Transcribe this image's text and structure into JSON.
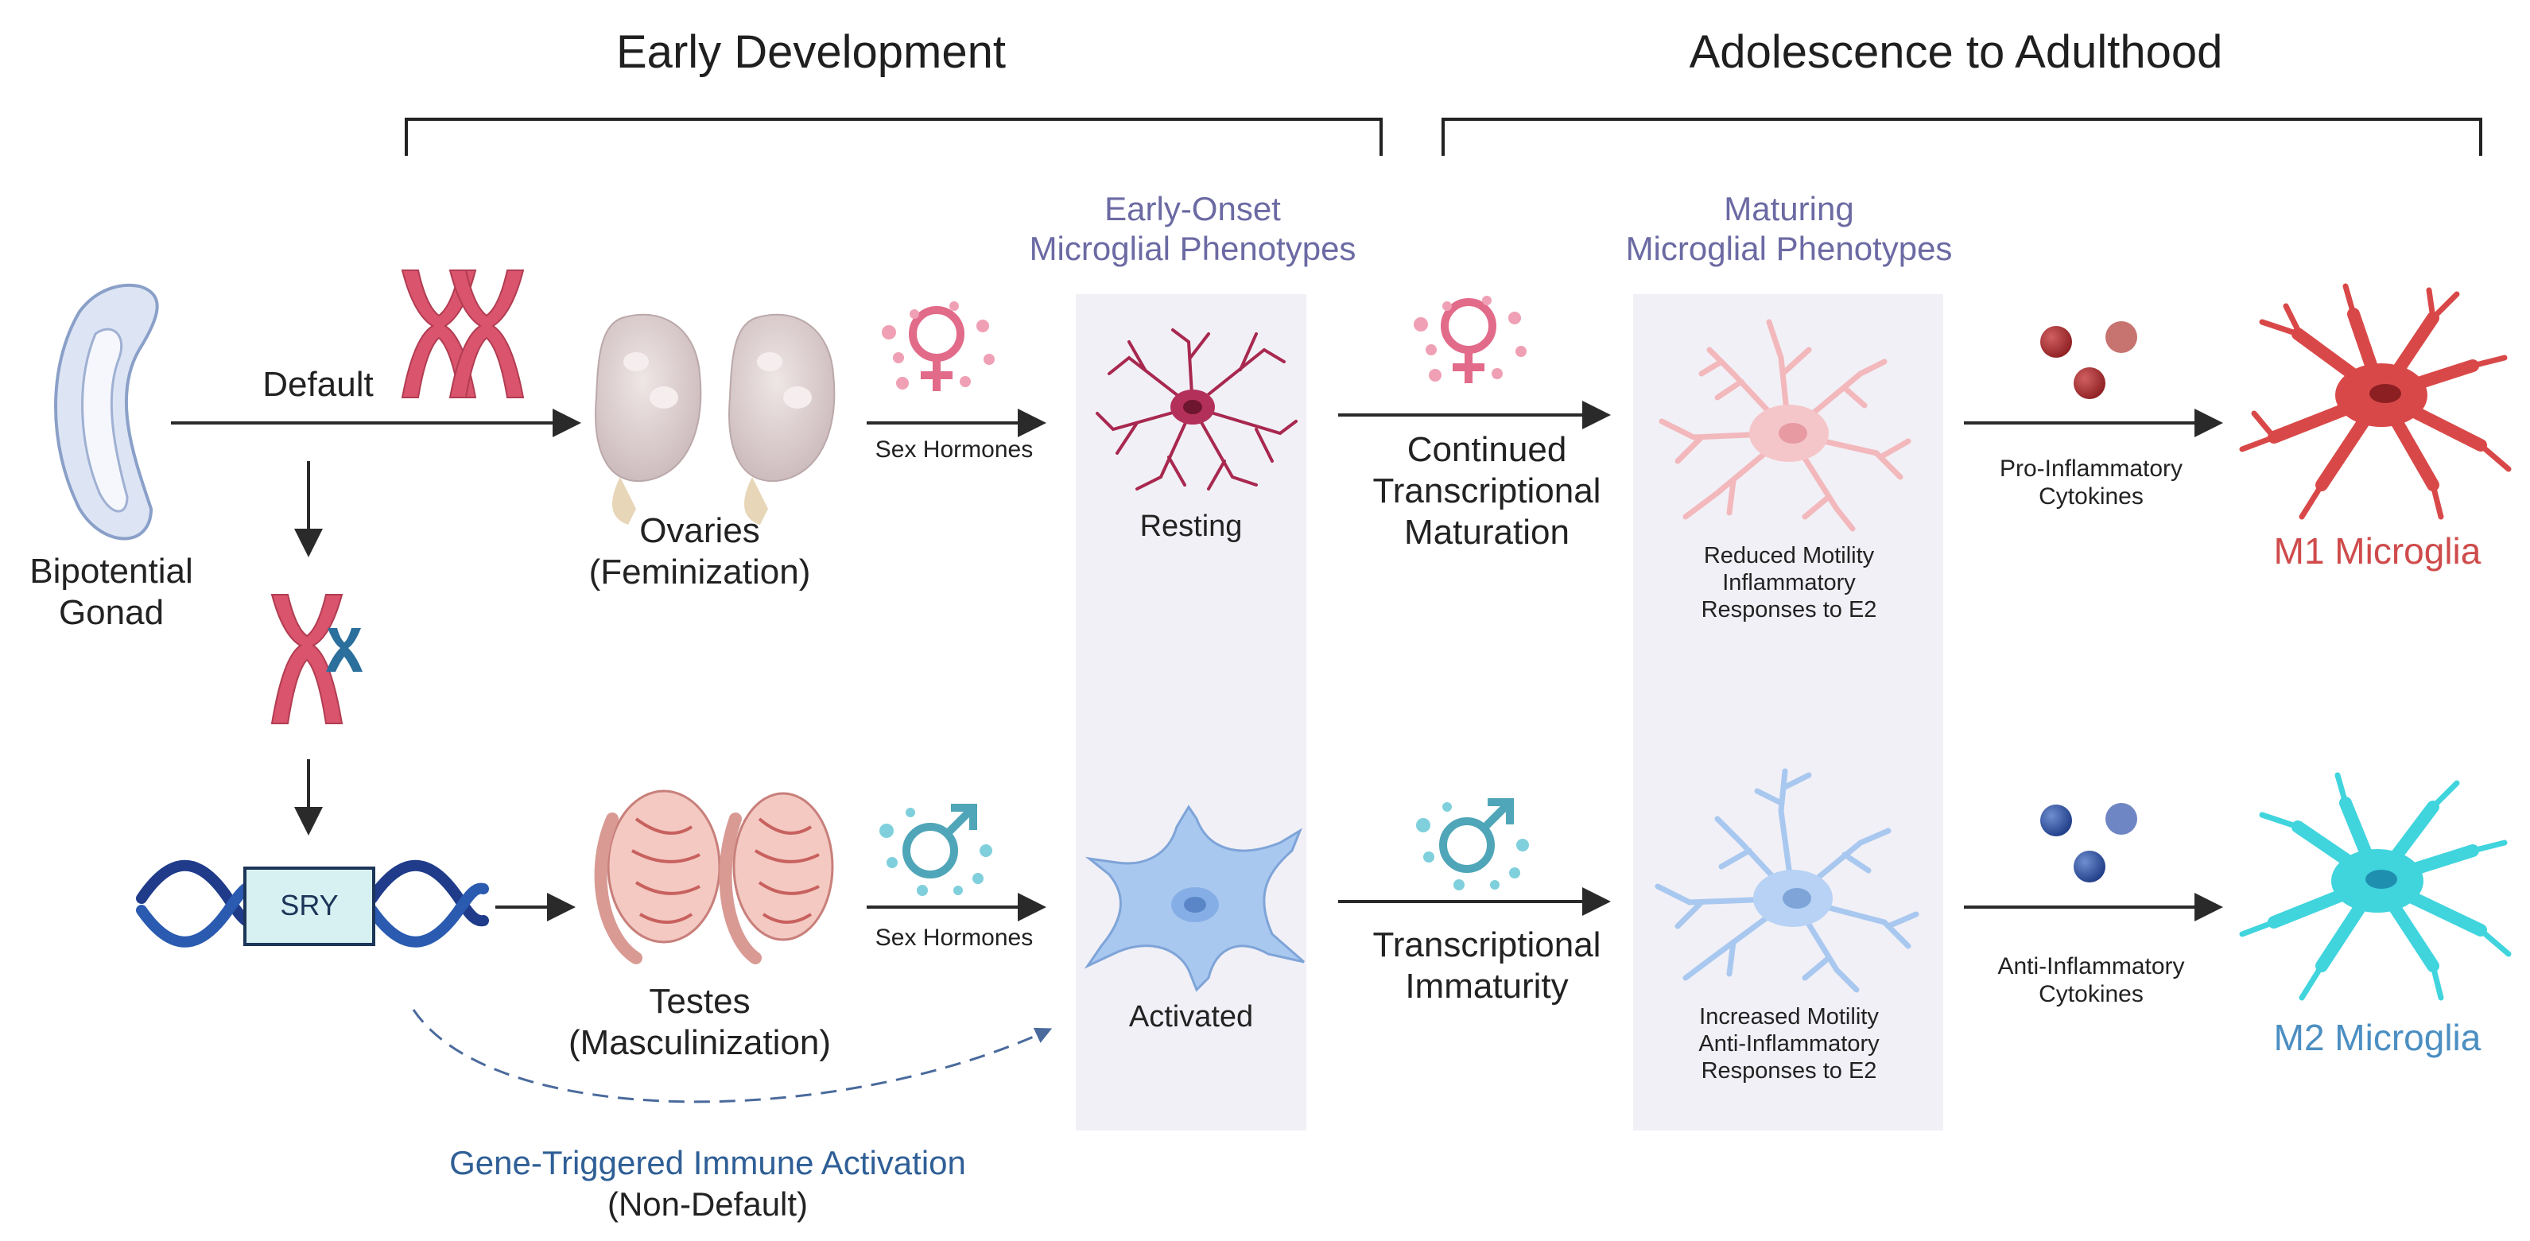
{
  "headings": {
    "early": "Early Development",
    "adult": "Adolescence to Adulthood"
  },
  "panels": {
    "early_onset": [
      "Early-Onset",
      "Microglial Phenotypes"
    ],
    "maturing": [
      "Maturing",
      "Microglial Phenotypes"
    ]
  },
  "gonad": {
    "label": [
      "Bipotential",
      "Gonad"
    ],
    "default_label": "Default"
  },
  "ovaries": [
    "Ovaries",
    "(Feminization)"
  ],
  "testes": [
    "Testes",
    "(Masculinization)"
  ],
  "sry": "SRY",
  "hormones": {
    "female": "Sex Hormones",
    "male": "Sex Hormones"
  },
  "early_states": {
    "resting": "Resting",
    "activated": "Activated"
  },
  "transitions": {
    "female": [
      "Continued",
      "Transcriptional",
      "Maturation"
    ],
    "male": [
      "Transcriptional",
      "Immaturity"
    ]
  },
  "maturing_states": {
    "female": [
      "Reduced Motility",
      "Inflammatory",
      "Responses to E2"
    ],
    "male": [
      "Increased Motility",
      "Anti-Inflammatory",
      "Responses to E2"
    ]
  },
  "cytokines": {
    "pro": [
      "Pro-Inflammatory",
      "Cytokines"
    ],
    "anti": [
      "Anti-Inflammatory",
      "Cytokines"
    ]
  },
  "outcomes": {
    "m1": "M1 Microglia",
    "m2": "M2 Microglia"
  },
  "gene_triggered": {
    "title": "Gene-Triggered Immune Activation",
    "subtitle": "(Non-Default)"
  },
  "colors": {
    "panel_bg": "#f1f0f6",
    "female_pink": "#e26b8a",
    "chromosome_red": "#d9546c",
    "y_blue": "#2b6f9c",
    "dna_navy": "#1f3b8a",
    "resting_cell": "#a8284f",
    "female_mature_cell": "#f2b8bc",
    "male_cell": "#a9c8f0",
    "m1_red": "#d94848",
    "m2_cyan": "#40d4dd",
    "teal_symbol": "#4fa6b8",
    "heading_purple": "#6b6aa3",
    "gene_blue": "#2f5f96"
  },
  "icons": [
    "bipotential-gonad-icon",
    "xx-chromosome-icon",
    "xy-chromosome-icon",
    "dna-helix-icon",
    "ovary-icon",
    "testis-icon",
    "venus-symbol-icon",
    "mars-symbol-icon",
    "resting-microglia-icon",
    "activated-microglia-icon",
    "cytokine-dots-icon",
    "m1-microglia-icon",
    "m2-microglia-icon"
  ]
}
